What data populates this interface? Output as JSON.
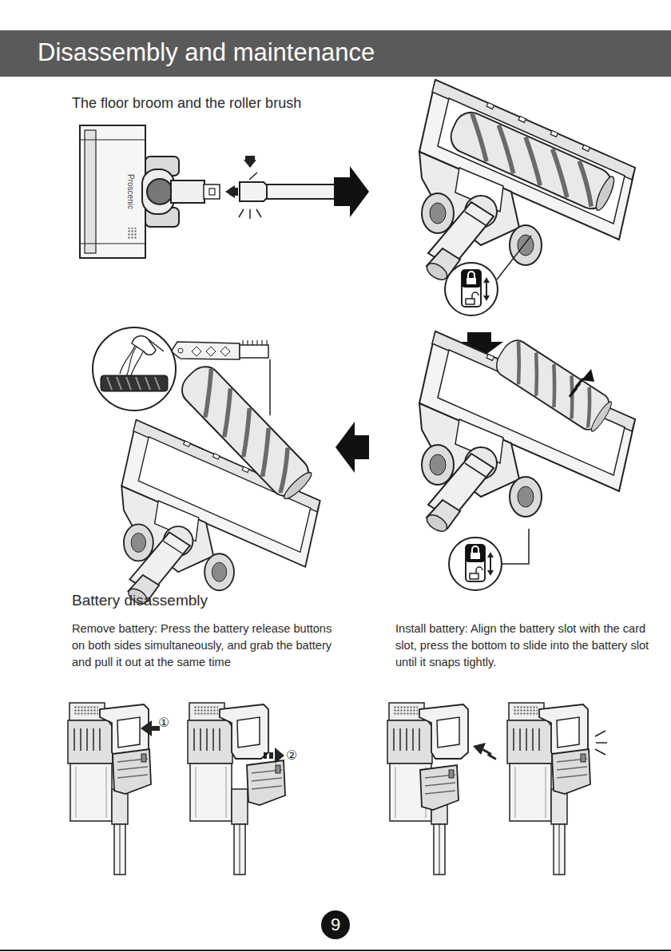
{
  "diagram": {
    "title": "Disassembly and maintenance",
    "nodes": [
      {
        "text": [
          "9"
        ]
      }
    ],
    "labels": [
      "The floor broom and the roller brush",
      "Proscenic",
      "Battery disassembly",
      "Remove battery: Press the battery release buttons on both sides simultaneously, and grab the battery and pull it out at the same time",
      "Install battery: Align the battery slot with the card slot, press the bottom to slide into the battery slot until it snaps tightly.",
      "①",
      "②"
    ]
  }
}
